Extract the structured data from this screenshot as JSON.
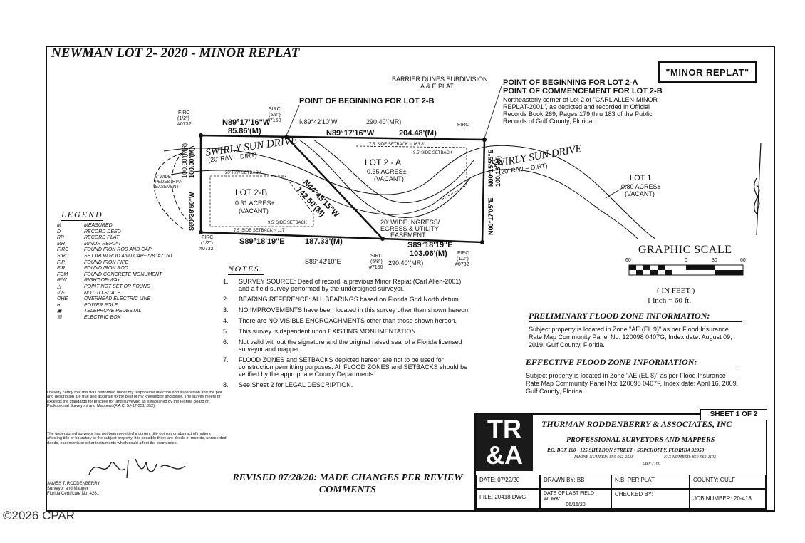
{
  "title": "NEWMAN LOT 2- 2020 - MINOR REPLAT",
  "replat_box": "\"MINOR REPLAT\"",
  "plat_labels": {
    "barrier_dunes": "BARRIER DUNES SUBDIVISION",
    "ae_plat": "A & E PLAT",
    "pob_2b": "POINT OF BEGINNING FOR LOT 2-B",
    "pob_2a": "POINT OF BEGINNING FOR LOT 2-A",
    "poc_2b": "POINT OF COMMENCEMENT FOR LOT 2-B",
    "ne_corner": "Northeasterly corner of Lot 2 of \"CARL ALLEN-MINOR",
    "ne_corner2": "REPLAT-2001\", as depicted and recorded in Official",
    "ne_corner3": "Records Book 269, Pages 179 thru 183 of the Public",
    "ne_corner4": "Records of Gulf County, Florida.",
    "b1": "N89°17'16\"W",
    "b1d": "85.86'(M)",
    "b2": "N89°42'10\"W",
    "b2d": "290.40'(MR)",
    "b3": "N89°17'16\"W",
    "b3d": "204.48'(M)",
    "diag": "N44°45'15\"W",
    "diagd": "142.50'(M)",
    "s1": "S89°18'19\"E",
    "s1d": "187.33'(M)",
    "s2": "S89°18'19\"E",
    "s2d": "103.06'(M)",
    "s3": "S89°42'10\"E",
    "s3d": "290.40'(MR)",
    "w1": "100.00'(MR)",
    "w2": "100.00'(M)",
    "w3": "S00°39'50\"W",
    "e1": "N00°15'55\"E",
    "e2": "100.13'(M)",
    "e3": "N00°17'05\"E",
    "street1": "SWIRLY SUN DRIVE",
    "street1b": "(20' R/W ~ DIRT)",
    "street2": "SWIRLY SUN DRIVE",
    "street2b": "(20' R/W ~ DIRT)",
    "lot2a": "LOT 2 - A",
    "lot2a_ac": "0.35 ACRES±",
    "lot2a_v": "(VACANT)",
    "lot2b": "LOT 2-B",
    "lot2b_ac": "0.31 ACRES±",
    "lot2b_v": "(VACANT)",
    "lot1": "LOT 1",
    "lot1_ac": "0.80 ACRES±",
    "lot1_v": "(VACANT)",
    "easement": "20' WIDE INGRESS/",
    "easement2": "EGRESS & UTILITY",
    "easement3": "EASEMENT",
    "firc": "FIRC",
    "firc_size": "(1/2\")",
    "firc_no": "#0732",
    "sirc": "SIRC",
    "sirc_size": "(5/8\")",
    "sirc_no": "#7160",
    "setback1": "7.5' SIDE SETBACK ~ 117'",
    "setback2": "9.5' SIDE SETBACK",
    "setback3": "20' R/W SETBACK",
    "setback4": "7.5' SIDE SETBACK ~ 163.8'",
    "ped_ease": "5' WIDE PEDESTRIAN EASEMENT"
  },
  "graphic_scale": {
    "title": "GRAPHIC SCALE",
    "ticks": [
      "60",
      "0",
      "30",
      "60"
    ],
    "unit": "( IN FEET )",
    "ratio": "1 inch = 60  ft."
  },
  "legend": {
    "title": "LEGEND",
    "items": [
      {
        "abbr": "M",
        "text": "MEASURED"
      },
      {
        "abbr": "D",
        "text": "RECORD DEED"
      },
      {
        "abbr": "RP",
        "text": "RECORD PLAT"
      },
      {
        "abbr": "MR",
        "text": "MINOR REPLAT"
      },
      {
        "abbr": "FIRC",
        "text": "FOUND IRON ROD AND CAP"
      },
      {
        "abbr": "SIRC",
        "text": "SET IRON ROD AND CAP~ 5/8\" #7160"
      },
      {
        "abbr": "FIP",
        "text": "FOUND IRON PIPE"
      },
      {
        "abbr": "FIR",
        "text": "FOUND IRON ROD"
      },
      {
        "abbr": "FCM",
        "text": "FOUND CONCRETE MONUMENT"
      },
      {
        "abbr": "R/W",
        "text": "RIGHT-OF-WAY"
      },
      {
        "abbr": "△",
        "text": "POINT NOT SET OR FOUND"
      },
      {
        "abbr": "-/\\/-",
        "text": "NOT TO SCALE"
      },
      {
        "abbr": "OHE",
        "text": "OVERHEAD ELECTRIC LINE"
      },
      {
        "abbr": "ø",
        "text": "POWER POLE"
      },
      {
        "abbr": "▣",
        "text": "TELEPHONE PEDESTAL"
      },
      {
        "abbr": "▤",
        "text": "ELECTRIC BOX"
      }
    ]
  },
  "certification": "I hereby certify that this was performed under my responsible direction and supervision and the plat and description are true and accurate to the best of my knowledge and belief. The survey meets or exceeds the standards for practice for land surveying as established by the Florida Board of Professional Surveyors and Mappers (F.A.C. 5J-17.051/.052).",
  "certification2": "The undersigned surveyor has not been provided a current title opinion or abstract of matters affecting title or boundary to the subject property. It is possible there are deeds of records, unrecorded deeds, easements or other instruments which could affect the boundaries.",
  "surveyor": {
    "name": "JAMES T. RODDENBERRY",
    "role": "Surveyor and Mapper",
    "cert": "Florida Certificate No: 4261"
  },
  "notes": {
    "title": "NOTES:",
    "items": [
      {
        "num": "1.",
        "text": "SURVEY SOURCE:  Deed of record, a previous Minor Replat (Carl Allen-2001) and a field survey performed by the undersigned surveyor."
      },
      {
        "num": "2.",
        "text": "BEARING REFERENCE: ALL BEARINGS based on Florida Grid North datum."
      },
      {
        "num": "3.",
        "text": "NO IMPROVEMENTS have been located in this survey other than shown hereon."
      },
      {
        "num": "4.",
        "text": "There are NO VISIBLE ENCROACHMENTS other than those shown hereon."
      },
      {
        "num": "5.",
        "text": "This survey is dependent upon EXISTING MONUMENTATION."
      },
      {
        "num": "6.",
        "text": "Not valid without the signature and the original raised seal of a Florida licensed surveyor and mapper."
      },
      {
        "num": "7.",
        "text": "FLOOD ZONES and SETBACKS depicted hereon are not to be used for construction permitting purposes. All FLOOD ZONES and SETBACKS should be verified by the appropriate County Departments."
      },
      {
        "num": "8.",
        "text": "See Sheet 2 for LEGAL DESCRIPTION."
      }
    ]
  },
  "revised": "REVISED 07/28/20: MADE CHANGES PER REVIEW COMMENTS",
  "prelim_flood": {
    "title": "PRELIMINARY FLOOD ZONE INFORMATION:",
    "text": "Subject property is located in Zone \"AE (EL 9)\" as per Flood Insurance Rate Map Community Panel No: 120098 0407G, Index date: August 09, 2019, Gulf County, Florida."
  },
  "eff_flood": {
    "title": "EFFECTIVE FLOOD ZONE INFORMATION:",
    "text": "Subject property is located in Zone \"AE (EL 8)\" as per Flood Insurance Rate Map Community Panel No: 120098 0407F, Index date: April 16, 2009, Gulf County, Florida."
  },
  "firm": {
    "logo1": "TR",
    "logo2": "&A",
    "name": "THURMAN RODDENBERRY & ASSOCIATES, INC",
    "sub": "PROFESSIONAL SURVEYORS AND MAPPERS",
    "address": "P.O. BOX 100  •  125 SHELDON STREET  •  SOPCHOPPY, FLORIDA 32358",
    "phone": "PHONE NUMBER: 850-962-2538",
    "fax": "FAX NUMBER: 850-962-1103",
    "lb": "LB # 7160",
    "sheet": "SHEET 1 OF 2"
  },
  "titleblock": {
    "date": "DATE:  07/22/20",
    "drawn": "DRAWN BY:  BB",
    "nb": "N.B. PER PLAT",
    "county": "COUNTY:  GULF",
    "file": "FILE:  20418.DWG",
    "last_field_label": "DATE OF LAST FIELD WORK:",
    "last_field": "06/16/20",
    "checked": "CHECKED BY:",
    "job": "JOB NUMBER:  20-418"
  },
  "watermark": "©2026 CPAR"
}
